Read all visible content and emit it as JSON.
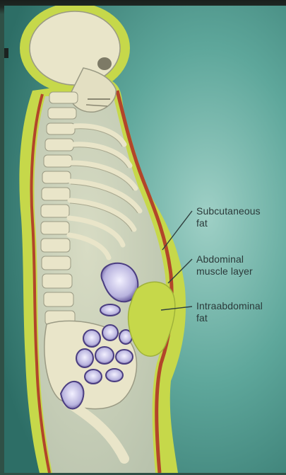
{
  "figure": {
    "labels": {
      "subcutaneous_fat": "Subcutaneous\nfat",
      "abdominal_muscle": "Abdominal\nmuscle layer",
      "intraabdominal_fat": "Intraabdominal\nfat"
    }
  },
  "colors": {
    "background": "#3f8c84",
    "fat": "#c6d84a",
    "muscle": "#b2452a",
    "bone": "#e9e5c9",
    "intestine": "#6d5fa2"
  }
}
